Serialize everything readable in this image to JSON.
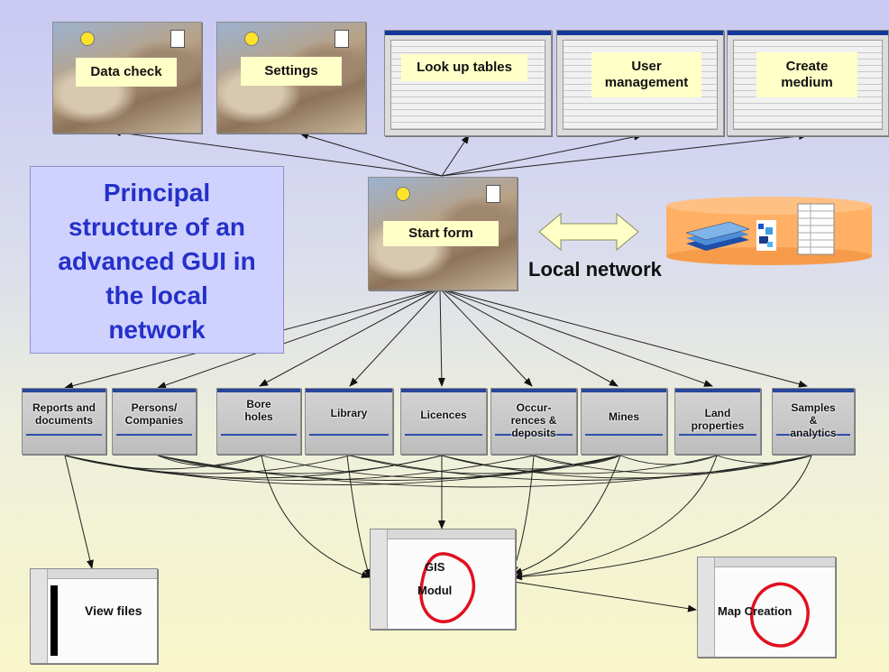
{
  "top_row": [
    {
      "label": "Data check"
    },
    {
      "label": "Settings"
    },
    {
      "label": "Look up tables"
    },
    {
      "label": "User\nmanagement"
    },
    {
      "label": "Create\nmedium"
    }
  ],
  "title_lines": "Principal\nstructure of an\nadvanced GUI in\nthe local\nnetwork",
  "start_form": {
    "label": "Start form"
  },
  "network": {
    "label": "Local network"
  },
  "modules": [
    {
      "label": "Reports and\ndocuments"
    },
    {
      "label": "Persons/\nCompanies"
    },
    {
      "label": "Bore\nholes"
    },
    {
      "label": "Library"
    },
    {
      "label": "Licences"
    },
    {
      "label": "Occur-\nrences &\ndeposits"
    },
    {
      "label": "Mines"
    },
    {
      "label": "Land\nproperties"
    },
    {
      "label": "Samples\n&\nanalytics"
    }
  ],
  "bottom": {
    "view_files": "View files",
    "gis_line1": "GIS",
    "gis_line2": "Modul",
    "map_creation": "Map Creation"
  },
  "colors": {
    "title_text": "#2430c8",
    "title_box": "#cfd2ff",
    "label_fill": "#ffffc8",
    "highlight": "#e0101e",
    "db": "#ffb064"
  }
}
